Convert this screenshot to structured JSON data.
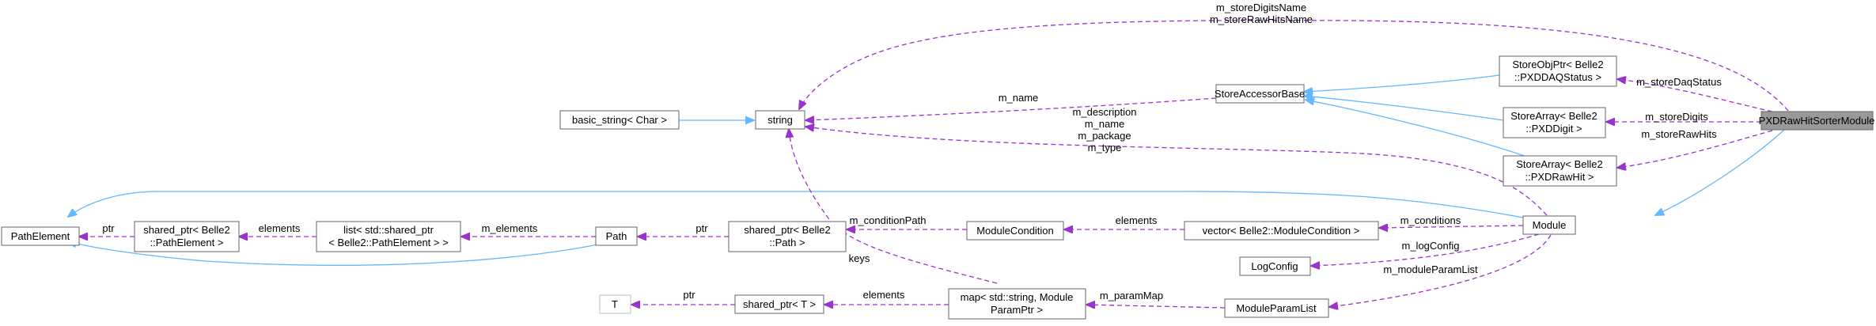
{
  "nodes": {
    "PXDRawHitSorterModule": "PXDRawHitSorterModule",
    "string": "string",
    "basic_string": "basic_string< Char >",
    "StoreAccessorBase": "StoreAccessorBase",
    "StoreObjPtr_1": "StoreObjPtr< Belle2",
    "StoreObjPtr_2": "::PXDDAQStatus >",
    "StoreArray_Digit_1": "StoreArray< Belle2",
    "StoreArray_Digit_2": "::PXDDigit >",
    "StoreArray_Raw_1": "StoreArray< Belle2",
    "StoreArray_Raw_2": "::PXDRawHit >",
    "Module": "Module",
    "PathElement": "PathElement",
    "shared_ptr_PE_1": "shared_ptr< Belle2",
    "shared_ptr_PE_2": "::PathElement >",
    "list_1": "list< std::shared_ptr",
    "list_2": "< Belle2::PathElement > >",
    "Path": "Path",
    "shared_ptr_Path_1": "shared_ptr< Belle2",
    "shared_ptr_Path_2": "::Path >",
    "ModuleCondition": "ModuleCondition",
    "vector_MC": "vector< Belle2::ModuleCondition >",
    "LogConfig": "LogConfig",
    "T": "T",
    "shared_ptr_T": "shared_ptr< T >",
    "map_1": "map< std::string, Module",
    "map_2": "ParamPtr >",
    "ModuleParamList": "ModuleParamList"
  },
  "edge_labels": {
    "top_1": "m_storeDigitsName",
    "top_2": "m_storeRawHitsName",
    "m_name": "m_name",
    "m_storeDaqStatus": "m_storeDaqStatus",
    "m_storeDigits": "m_storeDigits",
    "m_storeRawHits": "m_storeRawHits",
    "mod_1": "m_description",
    "mod_2": "m_name",
    "mod_3": "m_package",
    "mod_4": "m_type",
    "ptr_pe": "ptr",
    "elements_list": "elements",
    "m_elements": "m_elements",
    "ptr_path": "ptr",
    "m_conditionPath": "m_conditionPath",
    "elements_vec": "elements",
    "m_conditions": "m_conditions",
    "m_logConfig": "m_logConfig",
    "m_moduleParamList": "m_moduleParamList",
    "keys": "keys",
    "ptr_t": "ptr",
    "elements_map": "elements",
    "m_paramMap": "m_paramMap"
  }
}
